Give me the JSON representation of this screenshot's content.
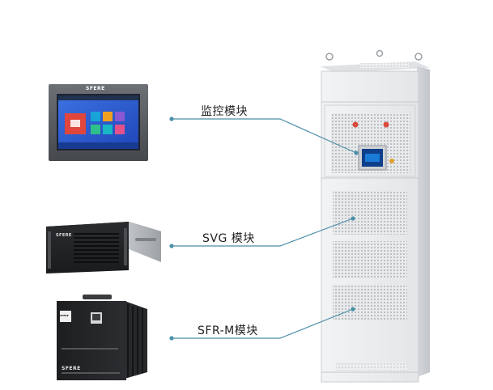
{
  "labels": {
    "monitor": "监控模块",
    "svg": "SVG 模块",
    "sfrm": "SFR-M模块"
  },
  "brands": {
    "hmi_logo": "SFERE",
    "svg_unit_logo": "SFERE",
    "sfrm_badge": "SFERE",
    "sfrm_brand": "SFERE"
  },
  "colors": {
    "leader_line": "#4a8fa8",
    "dot": "#4a8fa8",
    "hmi_screen": "#2a5bd7",
    "cabinet": "#e9ebec"
  }
}
